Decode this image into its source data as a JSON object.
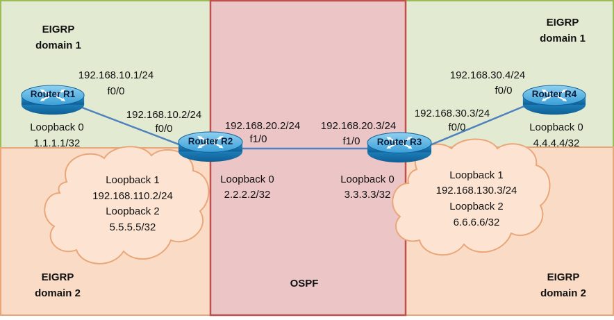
{
  "colors": {
    "eigrp1_fill": "#e2ebd2",
    "eigrp1_border": "#9bbb59",
    "eigrp2_fill": "#fadcc6",
    "eigrp2_border": "#e9a678",
    "ospf_fill": "#ecc5c7",
    "ospf_border": "#c0504d",
    "link": "#4f81bd",
    "router_body": "#1e8ac9",
    "router_top": "#5fb6e3",
    "cloud_fill": "#fde4d2",
    "cloud_border": "#e9a678"
  },
  "zones": {
    "tl_title_1": "EIGRP",
    "tl_title_2": "domain 1",
    "tr_title_1": "EIGRP",
    "tr_title_2": "domain 1",
    "bl_title_1": "EIGRP",
    "bl_title_2": "domain 2",
    "br_title_1": "EIGRP",
    "br_title_2": "domain 2",
    "ospf_title": "OSPF"
  },
  "routers": {
    "r1": {
      "name": "Router R1",
      "ip": "192.168.10.1/24",
      "iface": "f0/0",
      "lo_name": "Loopback 0",
      "lo_ip": "1.1.1.1/32"
    },
    "r2": {
      "name": "Router R2",
      "ip_left": "192.168.10.2/24",
      "iface_left": "f0/0",
      "ip_right": "192.168.20.2/24",
      "iface_right": "f1/0",
      "lo_name": "Loopback 0",
      "lo_ip": "2.2.2.2/32",
      "cloud_lo1": "Loopback 1",
      "cloud_lo1_ip": "192.168.110.2/24",
      "cloud_lo2": "Loopback 2",
      "cloud_lo2_ip": "5.5.5.5/32"
    },
    "r3": {
      "name": "Router R3",
      "ip_left": "192.168.20.3/24",
      "iface_left": "f1/0",
      "ip_right": "192.168.30.3/24",
      "iface_right": "f0/0",
      "lo_name": "Loopback 0",
      "lo_ip": "3.3.3.3/32",
      "cloud_lo1": "Loopback 1",
      "cloud_lo1_ip": "192.168.130.3/24",
      "cloud_lo2": "Loopback 2",
      "cloud_lo2_ip": "6.6.6.6/32"
    },
    "r4": {
      "name": "Router R4",
      "ip": "192.168.30.4/24",
      "iface": "f0/0",
      "lo_name": "Loopback 0",
      "lo_ip": "4.4.4.4/32"
    }
  }
}
